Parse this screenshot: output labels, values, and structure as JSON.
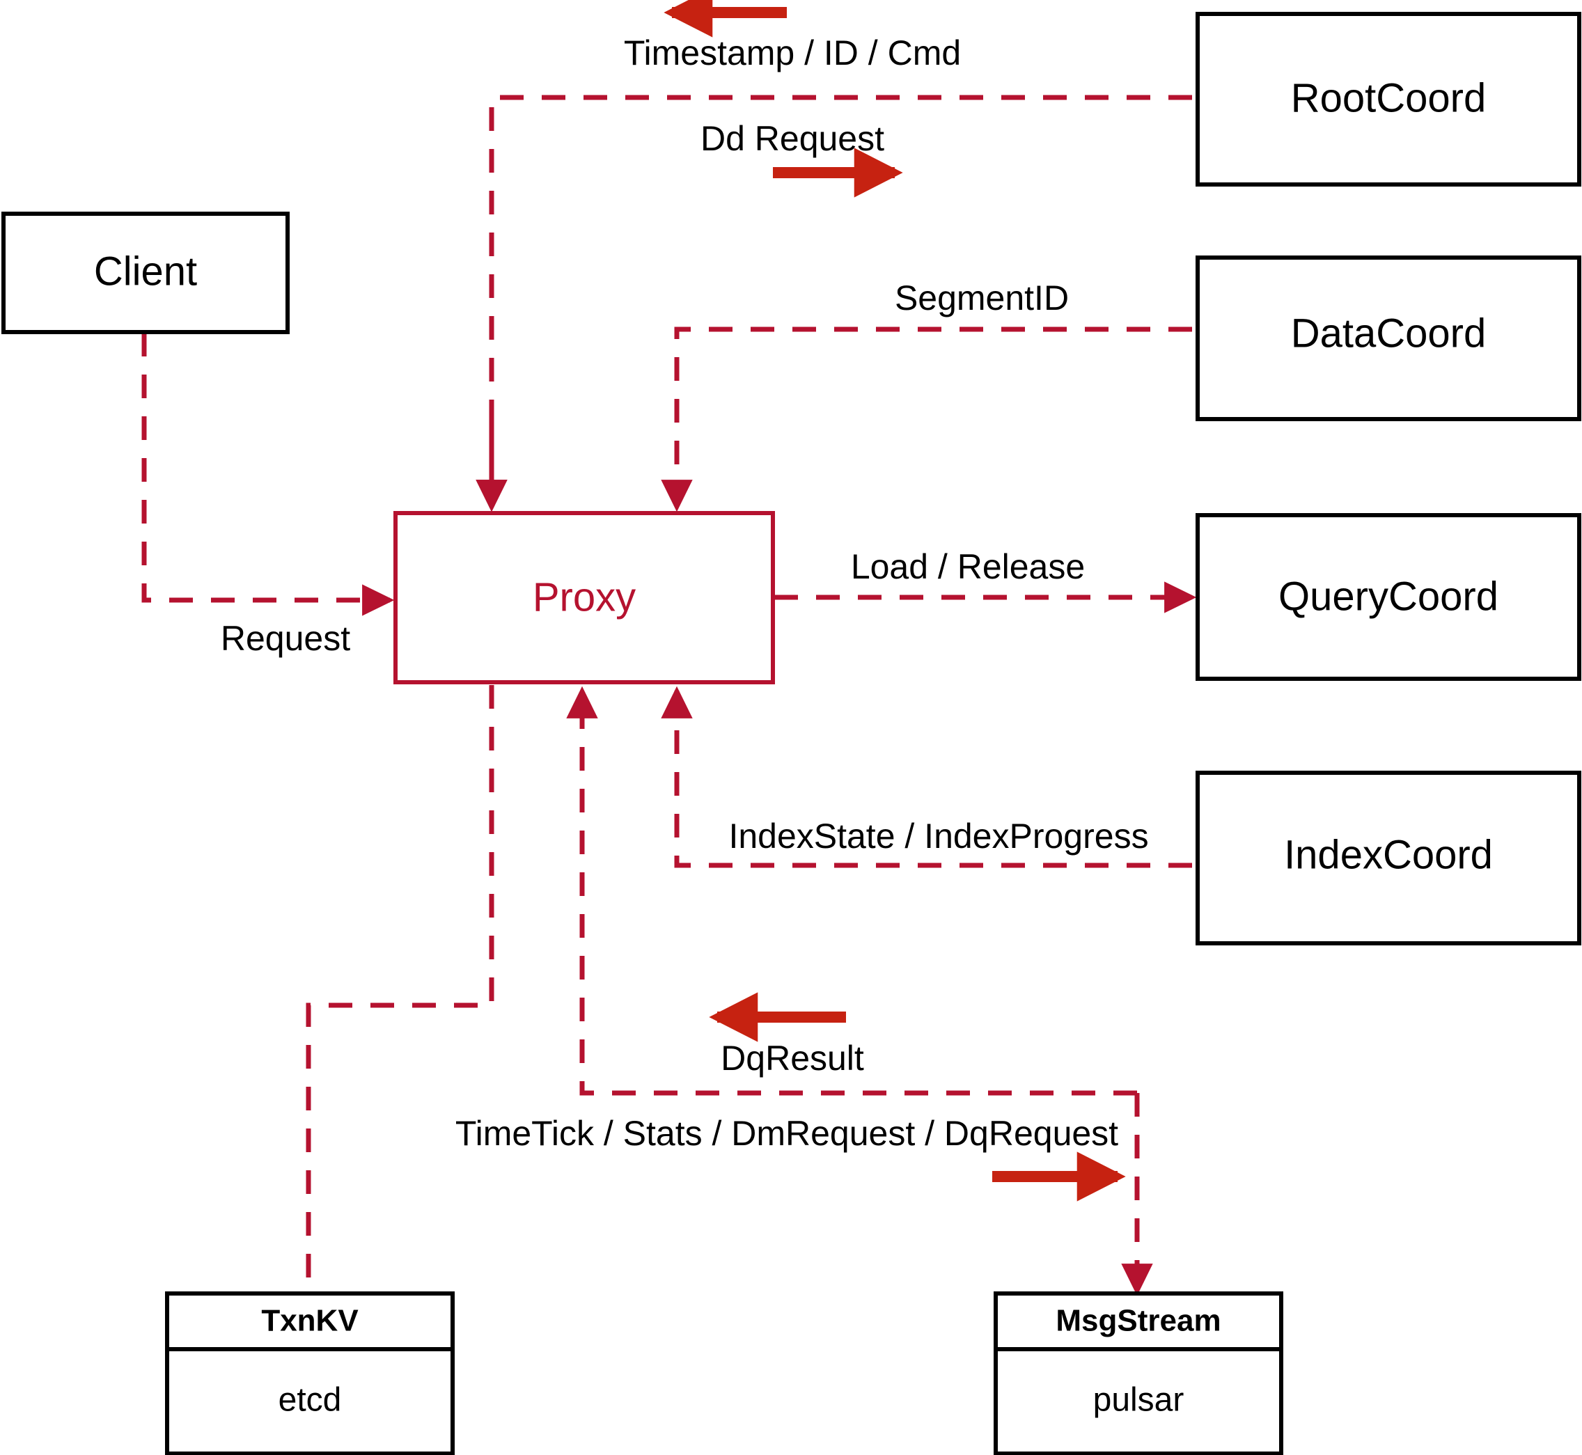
{
  "diagram": {
    "type": "architecture-flow-diagram",
    "background_color": "#ffffff",
    "colors": {
      "dashed_edge": "#b5122f",
      "solid_arrow": "#c62211",
      "node_border": "#000000",
      "proxy_border": "#b5122f",
      "proxy_text": "#b5122f",
      "label_text": "#000000"
    },
    "nodes": [
      {
        "id": "client",
        "label": "Client",
        "style": "black-box"
      },
      {
        "id": "proxy",
        "label": "Proxy",
        "style": "red-box"
      },
      {
        "id": "rootcoord",
        "label": "RootCoord",
        "style": "black-box"
      },
      {
        "id": "datacoord",
        "label": "DataCoord",
        "style": "black-box"
      },
      {
        "id": "querycoord",
        "label": "QueryCoord",
        "style": "black-box"
      },
      {
        "id": "indexcoord",
        "label": "IndexCoord",
        "style": "black-box"
      }
    ],
    "store_nodes": [
      {
        "id": "txnkv",
        "title": "TxnKV",
        "body": "etcd"
      },
      {
        "id": "msgstream",
        "title": "MsgStream",
        "body": "pulsar"
      }
    ],
    "edge_labels": [
      {
        "id": "timestamp-id-cmd",
        "text": "Timestamp / ID / Cmd",
        "direction": "left"
      },
      {
        "id": "dd-request",
        "text": "Dd Request",
        "direction": "right"
      },
      {
        "id": "segment-id",
        "text": "SegmentID",
        "direction": "none"
      },
      {
        "id": "load-release",
        "text": "Load / Release",
        "direction": "none"
      },
      {
        "id": "index-state-progress",
        "text": "IndexState / IndexProgress",
        "direction": "none"
      },
      {
        "id": "request",
        "text": "Request",
        "direction": "none"
      },
      {
        "id": "dq-result",
        "text": "DqResult",
        "direction": "left"
      },
      {
        "id": "timetick-stats",
        "text": "TimeTick / Stats / DmRequest / DqRequest",
        "direction": "right"
      }
    ]
  }
}
